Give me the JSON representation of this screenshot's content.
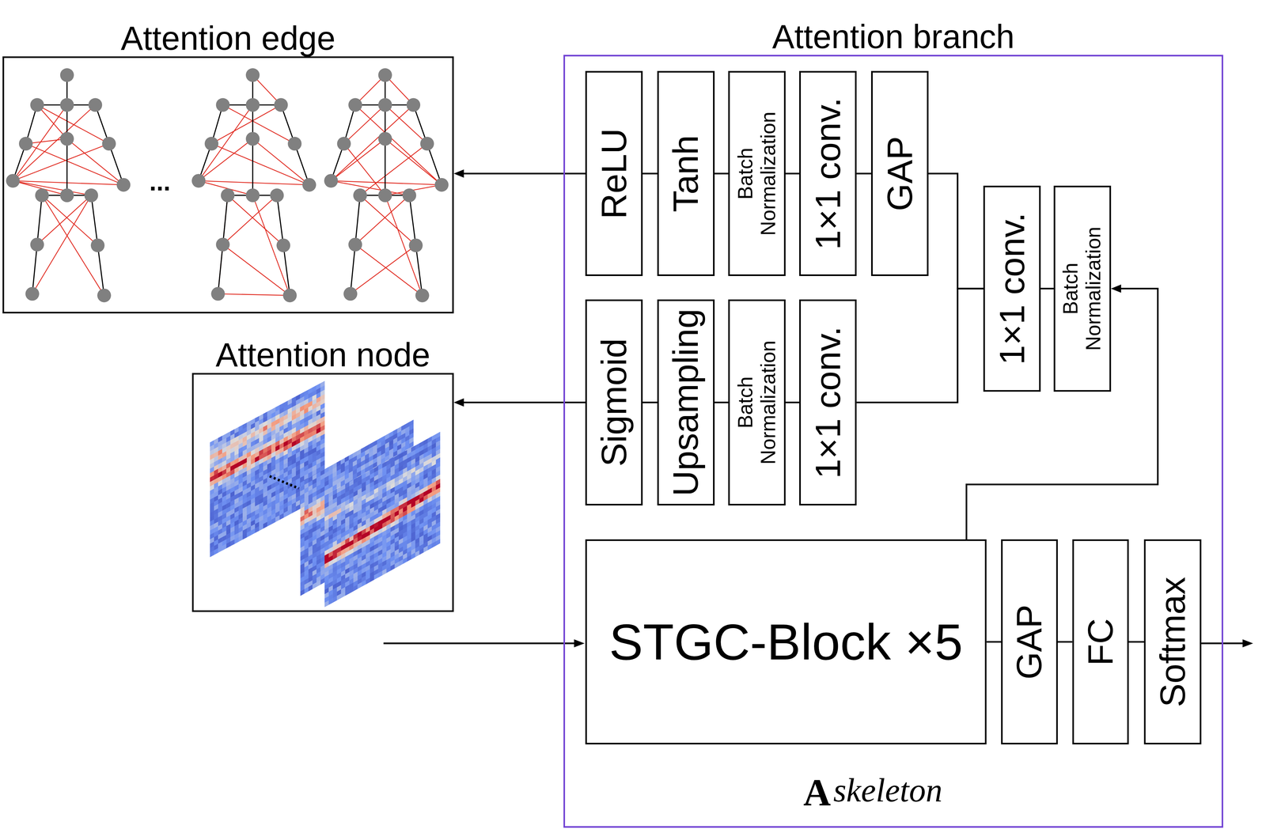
{
  "diagram": {
    "nodes": [
      {
        "text": [
          "Attention edge"
        ]
      },
      {
        "text": [
          "Attention branch",
          "A",
          "skeleton"
        ]
      },
      {
        "text": [
          "ReLU"
        ],
        "in": 1
      },
      {
        "text": [
          "Tanh"
        ],
        "in": 1
      },
      {
        "text": [
          "Batch Normalization"
        ],
        "in": 1
      },
      {
        "text": [
          "1×1 conv."
        ],
        "in": 1
      },
      {
        "text": [
          "GAP"
        ],
        "in": 1
      },
      {
        "text": [
          "Attention node"
        ]
      },
      {
        "text": [
          "1×1 conv."
        ],
        "in": 1
      },
      {
        "text": [
          "Batch Normalization"
        ],
        "in": 1
      },
      {
        "text": [
          "Sigmoid"
        ],
        "in": 1
      },
      {
        "text": [
          "Upsampling"
        ],
        "in": 1
      },
      {
        "text": [
          "Batch Normalization"
        ],
        "in": 1
      },
      {
        "text": [
          "1×1 conv."
        ],
        "in": 1
      },
      {
        "text": [
          "STGC-Block ×5"
        ],
        "in": 1
      },
      {
        "text": [
          "GAP"
        ],
        "in": 1
      },
      {
        "text": [
          "FC"
        ],
        "in": 1
      },
      {
        "text": [
          "Softmax"
        ],
        "in": 1
      }
    ],
    "edges": [
      {
        "from": 14,
        "to": 9,
        "arrow": "to"
      },
      {
        "from": 9,
        "to": 8,
        "arrow": "none"
      },
      {
        "from": 8,
        "to": 6,
        "arrow": "none"
      },
      {
        "from": 8,
        "to": 13,
        "arrow": "none"
      },
      {
        "from": 6,
        "to": 5,
        "arrow": "none"
      },
      {
        "from": 5,
        "to": 4,
        "arrow": "none"
      },
      {
        "from": 4,
        "to": 3,
        "arrow": "none"
      },
      {
        "from": 3,
        "to": 2,
        "arrow": "none"
      },
      {
        "from": 2,
        "to": 0,
        "arrow": "to"
      },
      {
        "from": 13,
        "to": 12,
        "arrow": "none"
      },
      {
        "from": 12,
        "to": 11,
        "arrow": "none"
      },
      {
        "from": 11,
        "to": 10,
        "arrow": "none"
      },
      {
        "from": 10,
        "to": 7,
        "arrow": "to"
      },
      {
        "from": 14,
        "to": 15,
        "arrow": "none"
      },
      {
        "from": 15,
        "to": 16,
        "arrow": "none"
      },
      {
        "from": 16,
        "to": 17,
        "arrow": "none"
      }
    ],
    "labels": [
      "..."
    ]
  }
}
